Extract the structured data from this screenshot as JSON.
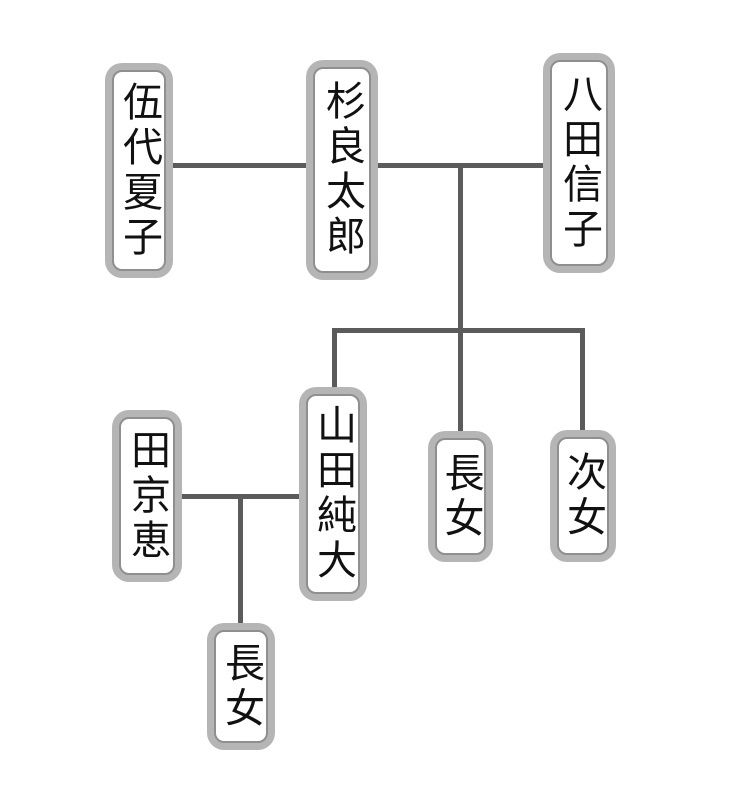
{
  "diagram": {
    "type": "family-tree",
    "background": "#ffffff",
    "colors": {
      "box_outer_border": "#b5b5b5",
      "box_inner_border": "#8f8f8f",
      "box_fill": "#ffffff",
      "connector_line": "#5b5b5b",
      "text": "#111111"
    },
    "nodes": [
      {
        "id": "godai",
        "label": "伍代夏子"
      },
      {
        "id": "sugi",
        "label": "杉良太郎"
      },
      {
        "id": "hatta",
        "label": "八田信子"
      },
      {
        "id": "yamada",
        "label": "山田純大"
      },
      {
        "id": "chojo1",
        "label": "長女"
      },
      {
        "id": "jijo",
        "label": "次女"
      },
      {
        "id": "takyo",
        "label": "田京恵"
      },
      {
        "id": "chojo2",
        "label": "長女"
      }
    ],
    "edges": [
      {
        "from": "伍代夏子",
        "to": "杉良太郎",
        "type": "marriage"
      },
      {
        "from": "杉良太郎",
        "to": "八田信子",
        "type": "marriage"
      },
      {
        "from": "杉良太郎・八田信子",
        "to": "山田純大",
        "type": "parent-child"
      },
      {
        "from": "杉良太郎・八田信子",
        "to": "長女",
        "type": "parent-child"
      },
      {
        "from": "杉良太郎・八田信子",
        "to": "次女",
        "type": "parent-child"
      },
      {
        "from": "田京恵",
        "to": "山田純大",
        "type": "marriage"
      },
      {
        "from": "山田純大・田京恵",
        "to": "長女",
        "type": "parent-child"
      }
    ]
  }
}
